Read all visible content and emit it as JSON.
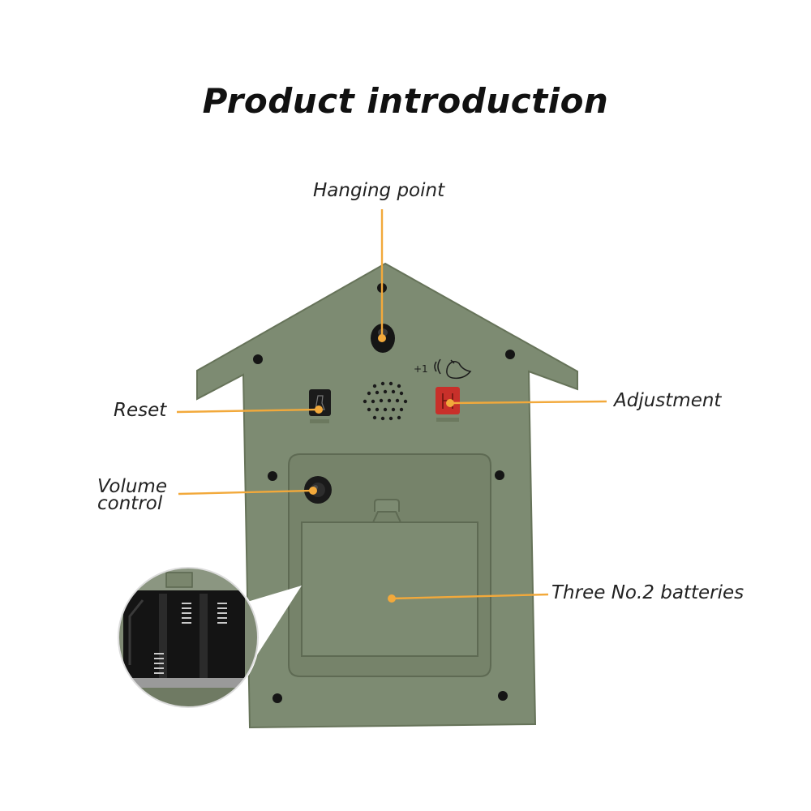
{
  "title": "Product introduction",
  "labels": {
    "hanging_point": "Hanging point",
    "reset": "Reset",
    "adjustment": "Adjustment",
    "volume_line1": "Volume",
    "volume_line2": "control",
    "batteries": "Three No.2 batteries"
  },
  "device_marking": "+1",
  "colors": {
    "housing": "#7d8b72",
    "housing_shadow": "#6c795f",
    "leader_line": "#f2a93b",
    "adjust_button": "#c8302a",
    "reset_button": "#1b1b1b"
  }
}
